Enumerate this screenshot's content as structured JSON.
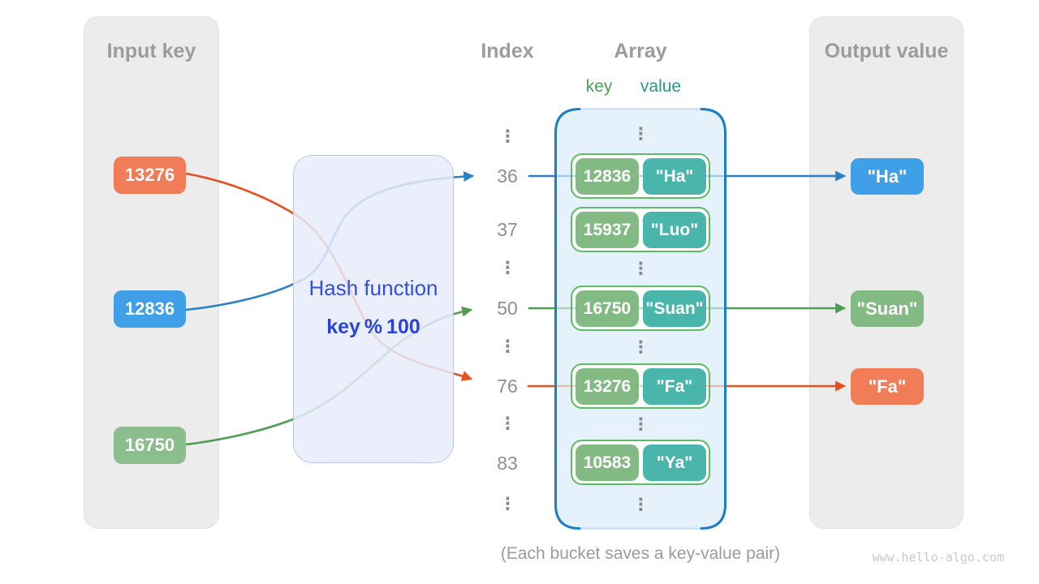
{
  "panels": {
    "input_title": "Input key",
    "output_title": "Output value"
  },
  "headers": {
    "index": "Index",
    "array": "Array",
    "key_label": "key",
    "value_label": "value"
  },
  "hash_box": {
    "title": "Hash function",
    "formula": "key % 100"
  },
  "input_keys": [
    {
      "label": "13276"
    },
    {
      "label": "12836"
    },
    {
      "label": "16750"
    }
  ],
  "index_labels": [
    "36",
    "37",
    "50",
    "76",
    "83"
  ],
  "ellipsis": "⋮",
  "array": {
    "buckets": [
      {
        "key": "12836",
        "value": "\"Ha\""
      },
      {
        "key": "15937",
        "value": "\"Luo\""
      },
      {
        "key": "16750",
        "value": "\"Suan\""
      },
      {
        "key": "13276",
        "value": "\"Fa\""
      },
      {
        "key": "10583",
        "value": "\"Ya\""
      }
    ]
  },
  "outputs": [
    {
      "label": "\"Ha\""
    },
    {
      "label": "\"Suan\""
    },
    {
      "label": "\"Fa\""
    }
  ],
  "caption": "(Each bucket saves a key-value pair)",
  "watermark": "www.hello-algo.com",
  "colors": {
    "orange_box": "#f07d57",
    "blue_box": "#3fa0e7",
    "green_box": "#8cbd8d",
    "key_pill_green": "#83ba84",
    "value_pill_teal": "#49b5ab",
    "bucket_border_green": "#5cbd64",
    "orange_line": "#e5501f",
    "blue_line": "#2b7fc4",
    "green_line": "#4f9d53",
    "array_border_blue": "#1b7ec6",
    "hash_text_blue": "#3150e2",
    "gray_text": "#9c9c9c"
  }
}
